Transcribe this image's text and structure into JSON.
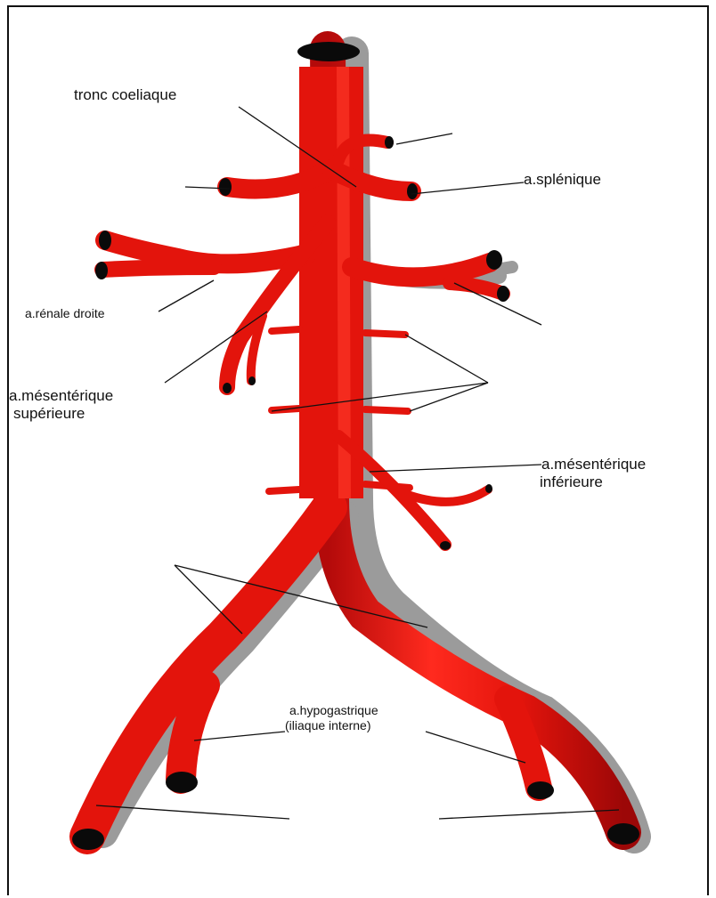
{
  "labels": {
    "tronc_coeliaque": "tronc coeliaque",
    "splenique": "a.splénique",
    "renale_droite": "a.rénale droite",
    "mesenterique_sup_1": "a.mésentérique",
    "mesenterique_sup_2": "supérieure",
    "mesenterique_inf_1": "a.mésentérique",
    "mesenterique_inf_2": "inférieure",
    "hypogastrique_1": "a.hypogastrique",
    "hypogastrique_2": "(iliaque interne)"
  },
  "colors": {
    "artery": "#e3140c",
    "artery_dark": "#a8080a",
    "shadow": "#8a8a8a",
    "lumen": "#0a0a0a"
  }
}
